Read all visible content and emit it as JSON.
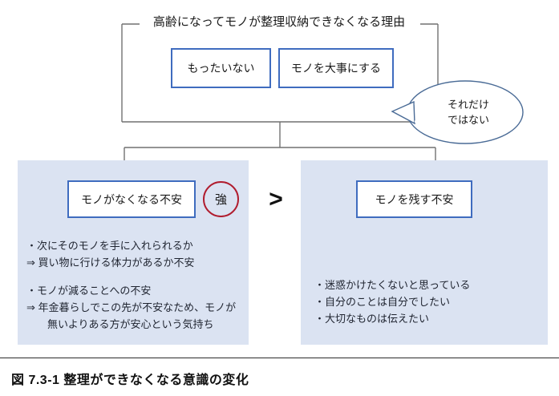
{
  "figure": {
    "title": "高齢になってモノが整理収納できなくなる理由",
    "caption": "図 7.3-1 整理ができなくなる意識の変化"
  },
  "reasons": [
    {
      "label": "もったいない"
    },
    {
      "label": "モノを大事にする"
    }
  ],
  "speech_bubble": {
    "line1": "それだけ",
    "line2": "ではない"
  },
  "comparison": {
    "symbol": ">"
  },
  "panels": {
    "left": {
      "heading": "モノがなくなる不安",
      "badge": "強",
      "bullets_group_1": "・次にそのモノを手に入れられるか\n⇒ 買い物に行ける体力があるか不安",
      "bullets_group_2": "・モノが減ることへの不安\n⇒ 年金暮らしでこの先が不安なため、モノが\n　　無いよりある方が安心という気持ち"
    },
    "right": {
      "heading": "モノを残す不安",
      "bullets": "・迷惑かけたくないと思っている\n・自分のことは自分でしたい\n・大切なものは伝えたい"
    }
  },
  "colors": {
    "panel_fill": "#dbe3f2",
    "box_border": "#3f6cbf",
    "badge_border": "#b01c2e",
    "connector": "#717171",
    "bubble_border": "#4a6b96"
  }
}
